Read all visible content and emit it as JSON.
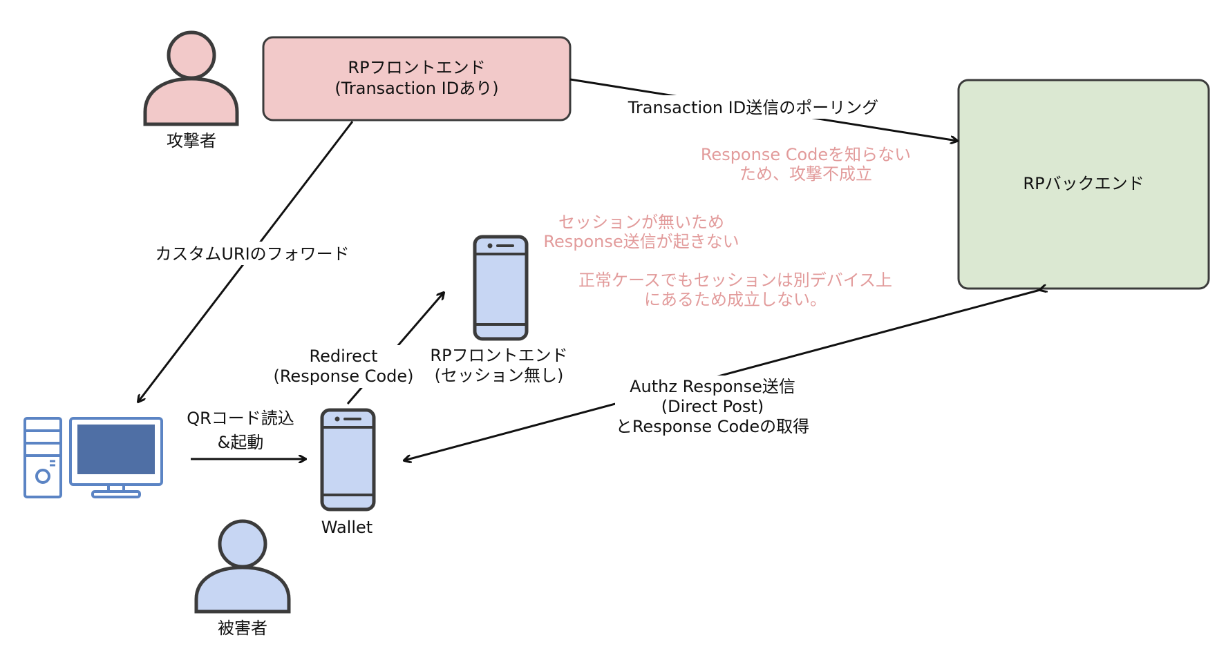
{
  "colors": {
    "attacker_fill": "#f2c9c9",
    "backend_fill": "#dbe8d2",
    "device_fill": "#c7d6f3",
    "stroke": "#3b3b3b",
    "note_text": "#e29b9b",
    "arrow": "#111111"
  },
  "attacker": {
    "label": "攻撃者",
    "icon": "person-icon"
  },
  "victim": {
    "label": "被害者",
    "icon": "person-icon"
  },
  "rp_frontend_attacker": {
    "line1": "RPフロントエンド",
    "line2": "(Transaction IDあり)"
  },
  "rp_backend": {
    "label": "RPバックエンド"
  },
  "rp_frontend_victim": {
    "line1": "RPフロントエンド",
    "line2": "(セッション無し)",
    "icon": "smartphone-icon"
  },
  "wallet": {
    "label": "Wallet",
    "icon": "smartphone-icon"
  },
  "pc": {
    "icon": "desktop-computer-icon"
  },
  "edges": {
    "polling": "Transaction ID送信のポーリング",
    "forward": "カスタムURIのフォワード",
    "qr_line1": "QRコード読込",
    "qr_line2": "&起動",
    "redirect_line1": "Redirect",
    "redirect_line2": "(Response Code)",
    "authz_line1": "Authz Response送信",
    "authz_line2": "(Direct Post)",
    "authz_line3": "とResponse Codeの取得"
  },
  "notes": {
    "no_code_line1": "Response Codeを知らない",
    "no_code_line2": "ため、攻撃不成立",
    "no_session_line1": "セッションが無いため",
    "no_session_line2": "Response送信が起きない",
    "normal_line1": "正常ケースでもセッションは別デバイス上",
    "normal_line2": "にあるため成立しない。"
  }
}
